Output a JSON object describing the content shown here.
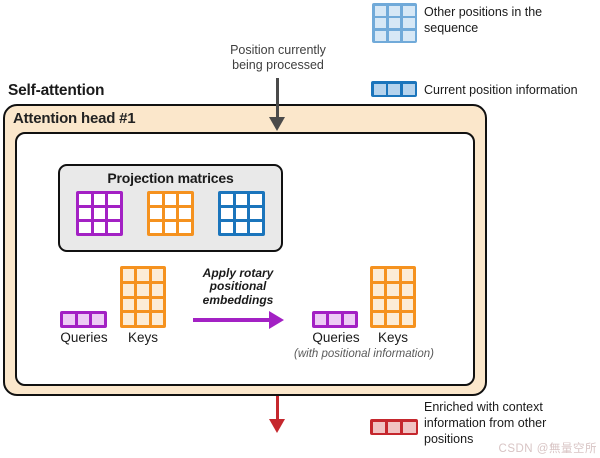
{
  "page_title": "Self-attention",
  "top_annotation": "Position currently being processed",
  "attention_head": {
    "title": "Attention head #1",
    "projection_title": "Projection matrices",
    "left_queries_label": "Queries",
    "left_keys_label": "Keys",
    "transform_label": "Apply rotary positional embeddings",
    "right_queries_label": "Queries",
    "right_keys_label": "Keys",
    "right_note": "(with positional information)"
  },
  "legend": {
    "other_positions_label": "Other positions in the sequence",
    "current_position_label": "Current position information",
    "enriched_label": "Enriched with context information from other positions"
  },
  "watermark": "CSDN @無量空所",
  "colors": {
    "purple": "#a321c4",
    "orange": "#f5921f",
    "blue": "#1b75bc",
    "red": "#c5272d",
    "gray_arrow": "#4a4a4a",
    "cream": "#fbe7cb"
  },
  "grids": {
    "legend_other": {
      "rows": 3,
      "cols": 3,
      "line": "#71aad9",
      "fill": "#d7e8f6"
    },
    "legend_current": {
      "rows": 1,
      "cols": 3,
      "line": "#1b75bc",
      "fill": "#b5d3ed"
    },
    "proj_purple": {
      "rows": 3,
      "cols": 3,
      "line": "#a321c4",
      "fill": "#ffffff"
    },
    "proj_orange": {
      "rows": 3,
      "cols": 3,
      "line": "#f5921f",
      "fill": "#ffffff"
    },
    "proj_blue": {
      "rows": 3,
      "cols": 3,
      "line": "#1b75bc",
      "fill": "#ffffff"
    },
    "queries_left": {
      "rows": 1,
      "cols": 3,
      "line": "#a321c4",
      "fill": "#edccf5"
    },
    "keys_left": {
      "rows": 4,
      "cols": 3,
      "line": "#f5921f",
      "fill": "#fcecd6"
    },
    "queries_right": {
      "rows": 1,
      "cols": 3,
      "line": "#a321c4",
      "fill": "#edccf5"
    },
    "keys_right": {
      "rows": 4,
      "cols": 3,
      "line": "#f5921f",
      "fill": "#fcecd6"
    },
    "legend_enriched": {
      "rows": 1,
      "cols": 3,
      "line": "#c5272d",
      "fill": "#f1c3c3"
    }
  }
}
